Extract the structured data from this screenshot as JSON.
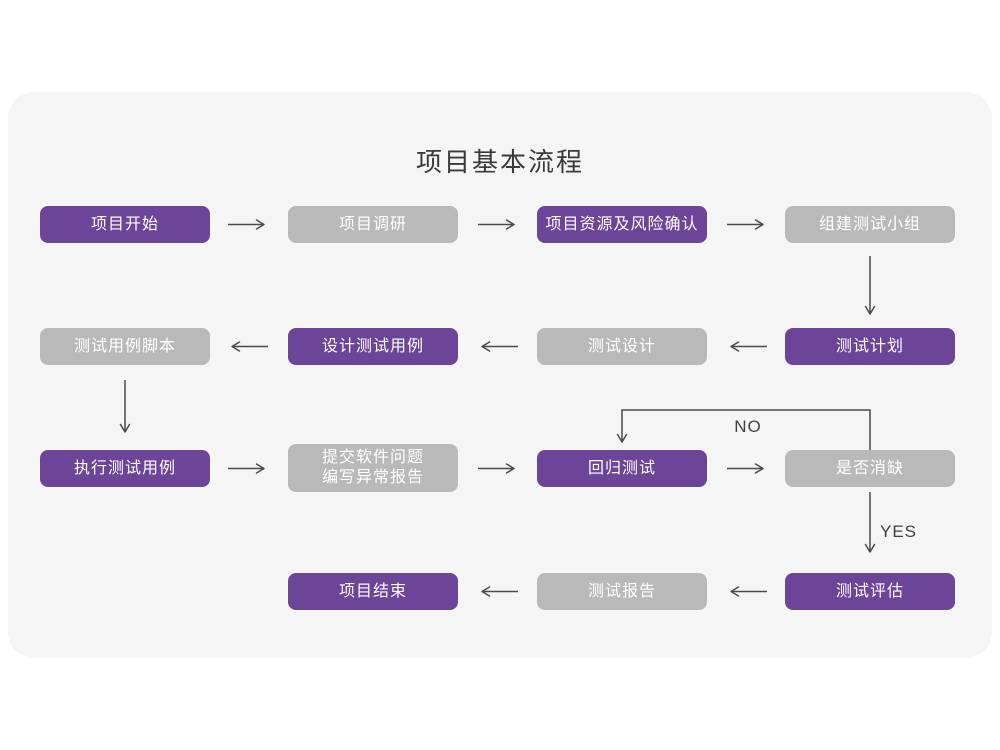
{
  "title": "项目基本流程",
  "edge_labels": {
    "no": "NO",
    "yes": "YES"
  },
  "colors": {
    "node_purple": "#6C4498",
    "node_gray": "#B9B9B9",
    "node_text": "#FFFFFF",
    "arrow": "#4A4A4A",
    "card_background": "#F5F5F6",
    "title_text": "#3A3A3A"
  },
  "nodes": [
    {
      "label": "项目开始",
      "variant": "purple"
    },
    {
      "label": "项目调研",
      "variant": "gray"
    },
    {
      "label": "项目资源及风险确认",
      "variant": "purple"
    },
    {
      "label": "组建测试小组",
      "variant": "gray"
    },
    {
      "label": "测试计划",
      "variant": "purple"
    },
    {
      "label": "测试设计",
      "variant": "gray"
    },
    {
      "label": "设计测试用例",
      "variant": "purple"
    },
    {
      "label": "测试用例脚本",
      "variant": "gray"
    },
    {
      "label": "执行测试用例",
      "variant": "purple"
    },
    {
      "label": "提交软件问题\n编写异常报告",
      "variant": "gray"
    },
    {
      "label": "回归测试",
      "variant": "purple"
    },
    {
      "label": "是否消缺",
      "variant": "gray"
    },
    {
      "label": "测试评估",
      "variant": "purple"
    },
    {
      "label": "测试报告",
      "variant": "gray"
    },
    {
      "label": "项目结束",
      "variant": "purple"
    }
  ]
}
